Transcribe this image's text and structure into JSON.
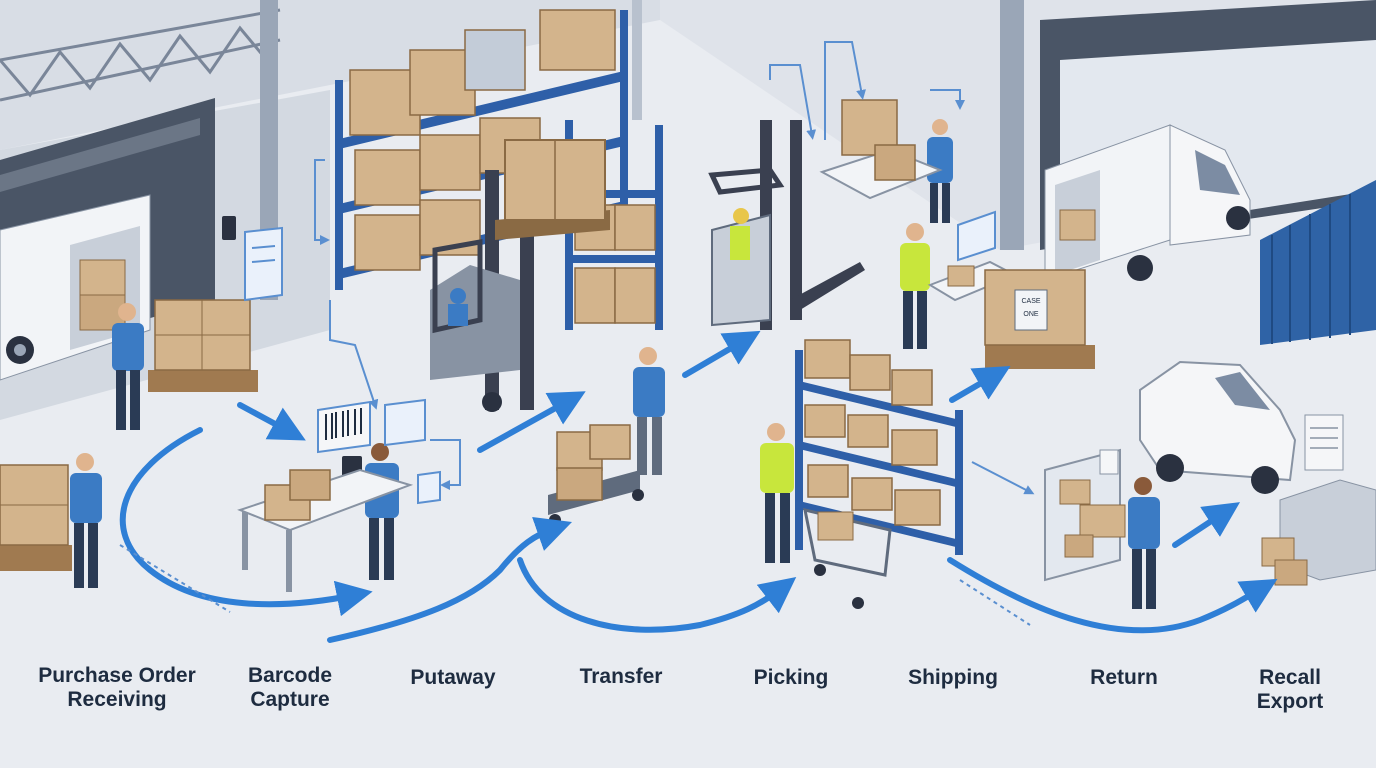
{
  "diagram": {
    "stages": [
      {
        "id": "receiving",
        "line1": "Purchase Order",
        "line2": "Receiving"
      },
      {
        "id": "barcode",
        "line1": "Barcode",
        "line2": "Capture"
      },
      {
        "id": "putaway",
        "line1": "Putaway",
        "line2": ""
      },
      {
        "id": "transfer",
        "line1": "Transfer",
        "line2": ""
      },
      {
        "id": "picking",
        "line1": "Picking",
        "line2": ""
      },
      {
        "id": "shipping",
        "line1": "Shipping",
        "line2": ""
      },
      {
        "id": "return",
        "line1": "Return",
        "line2": ""
      },
      {
        "id": "recall",
        "line1": "Recall",
        "line2": "Export"
      }
    ],
    "box_labels": {
      "case_label_1": "CASE",
      "case_label_2": "ONE"
    },
    "colors": {
      "floor": "#e9ecf1",
      "wall": "#d3d9e1",
      "rack": "#2e5fa8",
      "flow_arrow": "#2f7fd6",
      "worker_shirt": "#3b7bc4",
      "worker_pants": "#2a3b55",
      "safety_vest": "#c8e63c",
      "box": "#d3b48c",
      "label_text": "#1e2c40",
      "container": "#2f63a6",
      "truck": "#f2f4f7"
    }
  }
}
